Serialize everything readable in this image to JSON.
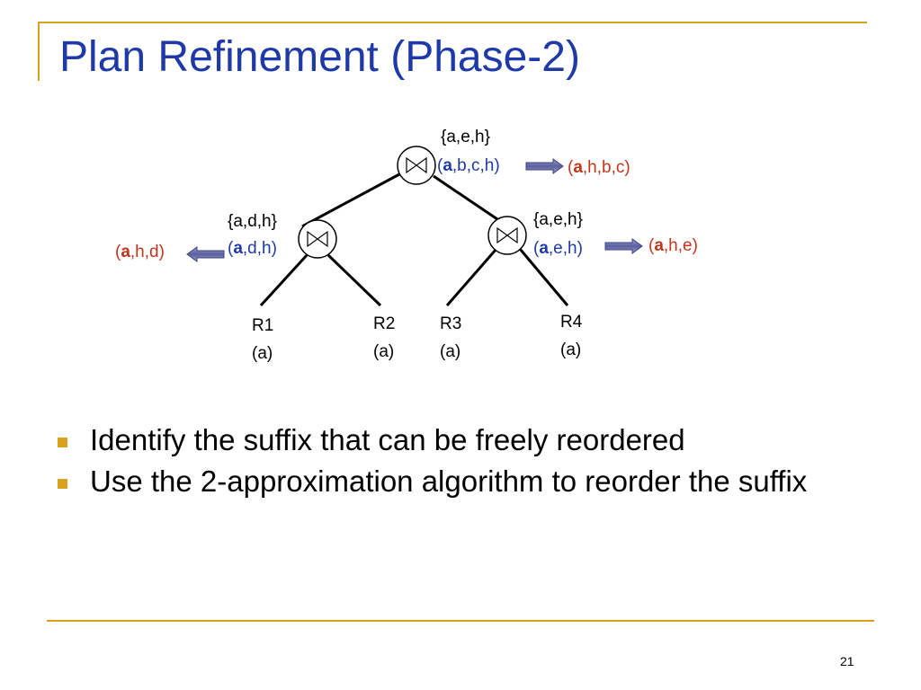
{
  "slide": {
    "title": "Plan Refinement (Phase-2)",
    "page_number": "21",
    "accent_color": "#d9a21b",
    "title_color": "#1f3aa8"
  },
  "diagram": {
    "root": {
      "set": "{a,e,h}",
      "order_open": "(",
      "order_bold": "a",
      "order_rest": ",b,c,h)",
      "result_open": "(",
      "result_bold": "a",
      "result_rest": ",h,b,c)"
    },
    "left": {
      "set": "{a,d,h}",
      "order_open": "(",
      "order_bold": "a",
      "order_rest": ",d,h)",
      "result_open": "(",
      "result_bold": "a",
      "result_rest": ",h,d)"
    },
    "right": {
      "set": "{a,e,h}",
      "order_open": "(",
      "order_bold": "a",
      "order_rest": ",e,h)",
      "result_open": "(",
      "result_bold": "a",
      "result_rest": ",h,e)"
    },
    "leaves": [
      {
        "name": "R1",
        "attr": "(a)"
      },
      {
        "name": "R2",
        "attr": "(a)"
      },
      {
        "name": "R3",
        "attr": "(a)"
      },
      {
        "name": "R4",
        "attr": "(a)"
      }
    ],
    "join_icon": "bowtie-join-icon",
    "arrow_icon": "block-arrow-icon",
    "order_color": "#1f3aa8",
    "result_color": "#c0361a"
  },
  "bullets": [
    "Identify the suffix that can be freely reordered",
    "Use the 2-approximation algorithm to reorder the suffix"
  ]
}
